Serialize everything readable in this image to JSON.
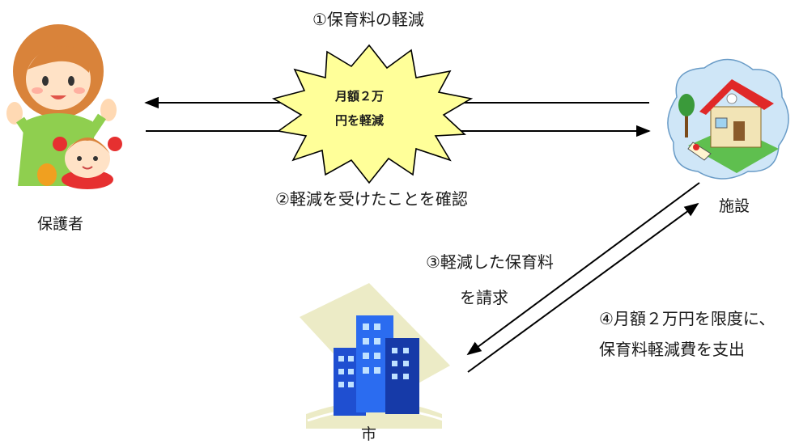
{
  "nodes": {
    "guardian": {
      "label": "保護者"
    },
    "facility": {
      "label": "施設"
    },
    "city": {
      "label": "市"
    }
  },
  "starburst": {
    "line1": "月額２万",
    "line2": "円を軽減",
    "fill": "#ffff99",
    "stroke": "#000000"
  },
  "steps": {
    "step1": "①保育料の軽減",
    "step2": "②軽減を受けたことを確認",
    "step3_line1": "③軽減した保育料",
    "step3_line2": "を請求",
    "step4_line1": "④月額２万円を限度に、",
    "step4_line2": "保育料軽減費を支出"
  },
  "icons": {
    "guardian": "mother-and-child-icon",
    "facility": "house-icon",
    "city": "city-buildings-icon"
  }
}
